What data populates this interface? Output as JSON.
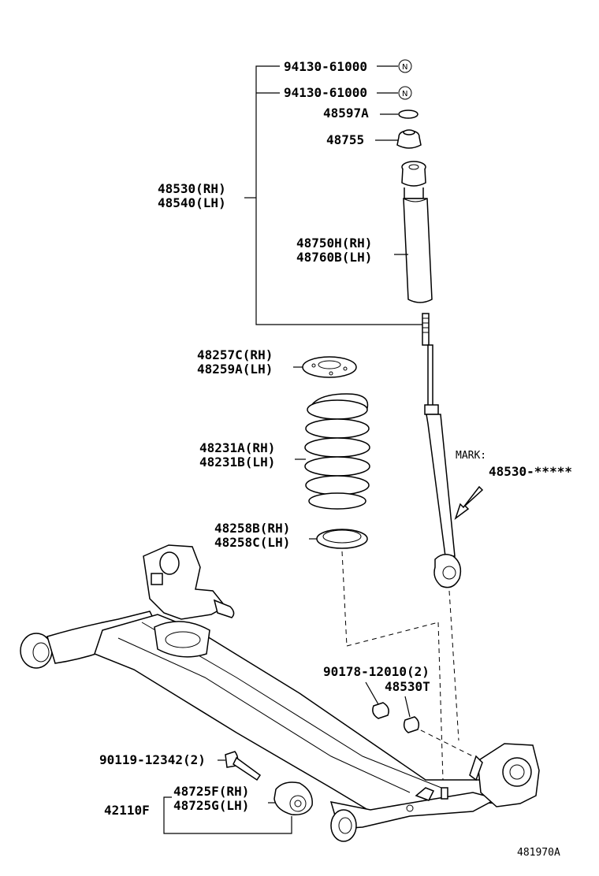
{
  "labels": {
    "nut_top_1": "94130-61000",
    "nut_top_2": "94130-61000",
    "nut_symbol": "N",
    "washer": "48597A",
    "bushing": "48755",
    "assembly_rh": "48530(RH)",
    "assembly_lh": "48540(LH)",
    "bumper_rh": "48750H(RH)",
    "bumper_lh": "48760B(LH)",
    "upper_seat_rh": "48257C(RH)",
    "upper_seat_lh": "48259A(LH)",
    "spring_rh": "48231A(RH)",
    "spring_lh": "48231B(LH)",
    "lower_seat_rh": "48258B(RH)",
    "lower_seat_lh": "48258C(LH)",
    "mark_label": "MARK:",
    "mark_value": "48530-*****",
    "bolt_lower": "90178-12010(2)",
    "collar": "48530T",
    "bolt_beam": "90119-12342(2)",
    "beam_bush_rh": "48725F(RH)",
    "beam_bush_lh": "48725G(LH)",
    "beam": "42110F",
    "figure_id": "481970A"
  }
}
